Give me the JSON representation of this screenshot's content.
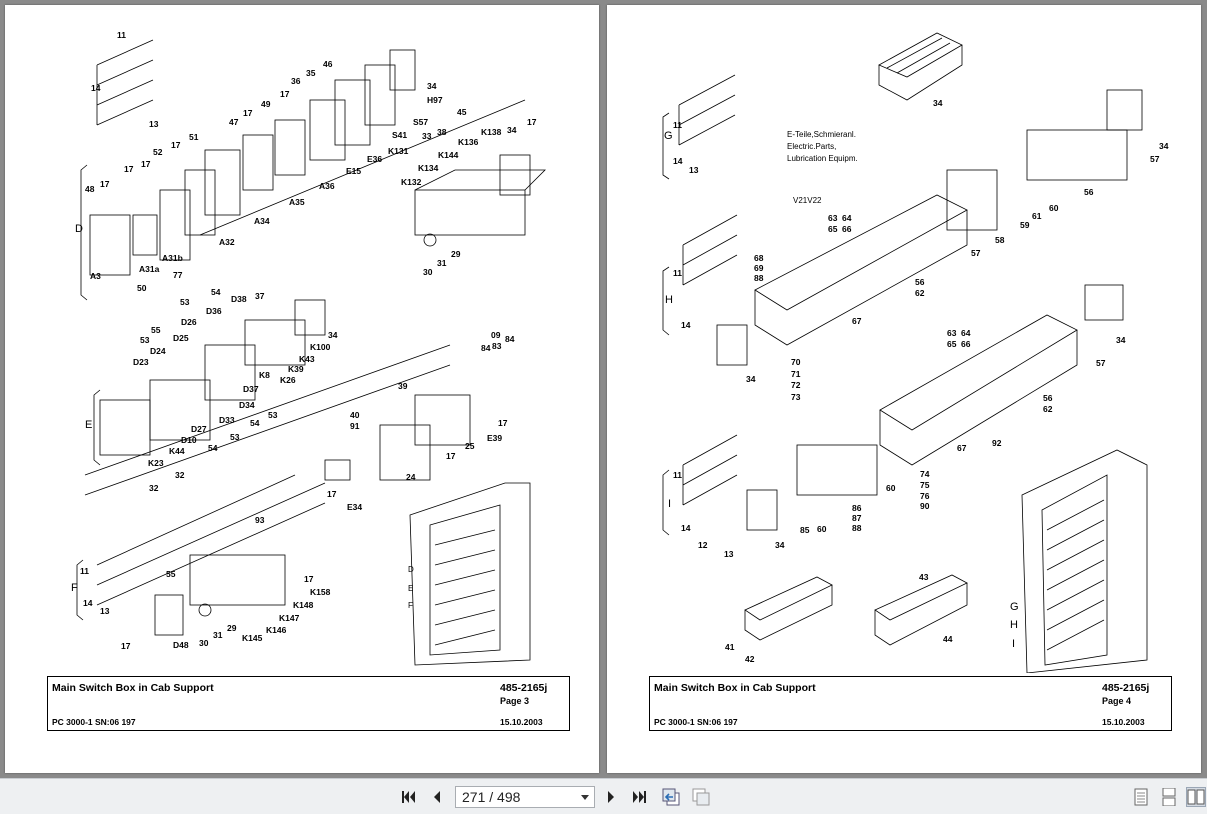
{
  "viewer": {
    "page_current": "271",
    "page_separator": "/",
    "page_total": "498",
    "page_display": "271 / 498"
  },
  "pages": [
    {
      "title": "Main Switch Box in Cab Support",
      "doc_number": "485-2165j",
      "page_label": "Page 3",
      "model": "PC 3000-1 SN:06 197",
      "date": "15.10.2003",
      "callouts": [
        "11",
        "14",
        "13",
        "48",
        "17",
        "17",
        "17",
        "52",
        "17",
        "51",
        "47",
        "17",
        "49",
        "17",
        "36",
        "35",
        "46",
        "34",
        "H97",
        "45",
        "38",
        "33",
        "S57",
        "S41",
        "K131",
        "E36",
        "E15",
        "A36",
        "A35",
        "A34",
        "A32",
        "A31b",
        "77",
        "A31a",
        "A3",
        "50",
        "K138",
        "34",
        "17",
        "K136",
        "K144",
        "K134",
        "K132",
        "30",
        "31",
        "29",
        "54",
        "D38",
        "37",
        "53",
        "D36",
        "D26",
        "55",
        "53",
        "D25",
        "D24",
        "D23",
        "K100",
        "34",
        "K43",
        "K8",
        "K39",
        "K26",
        "D37",
        "D34",
        "53",
        "D33",
        "54",
        "53",
        "D27",
        "D10",
        "K44",
        "K23",
        "32",
        "32",
        "54",
        "09",
        "84",
        "83",
        "84",
        "39",
        "40",
        "91",
        "17",
        "25",
        "E39",
        "17",
        "24",
        "17",
        "E34",
        "93",
        "17",
        "55",
        "K158",
        "K148",
        "K147",
        "K146",
        "K145",
        "29",
        "31",
        "30",
        "17",
        "D48",
        "11",
        "14",
        "13"
      ],
      "zones": [
        "D",
        "E",
        "F"
      ],
      "cabinet_labels": [
        "D",
        "E",
        "F"
      ]
    },
    {
      "title": "Main Switch Box in Cab Support",
      "doc_number": "485-2165j",
      "page_label": "Page 4",
      "model": "PC 3000-1 SN:06 197",
      "date": "15.10.2003",
      "note_lines": [
        "E-Teile,Schmieranl.",
        "Electric.Parts,",
        "Lubrication Equipm."
      ],
      "note_ref": "V21V22",
      "callouts": [
        "34",
        "11",
        "14",
        "13",
        "63",
        "64",
        "65",
        "66",
        "68",
        "69",
        "88",
        "57",
        "34",
        "56",
        "60",
        "61",
        "59",
        "58",
        "57",
        "11",
        "14",
        "67",
        "56",
        "62",
        "34",
        "70",
        "71",
        "72",
        "73",
        "63",
        "64",
        "65",
        "66",
        "34",
        "57",
        "56",
        "62",
        "92",
        "67",
        "11",
        "14",
        "12",
        "13",
        "34",
        "85",
        "60",
        "86",
        "87",
        "88",
        "60",
        "74",
        "75",
        "76",
        "90",
        "43",
        "44",
        "41",
        "42"
      ],
      "zones": [
        "G",
        "H",
        "I"
      ],
      "cabinet_labels": [
        "G",
        "H",
        "I"
      ]
    }
  ],
  "icons": {
    "first": "first-page-icon",
    "prev": "previous-page-icon",
    "next": "next-page-icon",
    "last": "last-page-icon",
    "back": "go-back-icon",
    "forward": "go-forward-icon",
    "single": "single-page-view-icon",
    "continuous": "continuous-view-icon",
    "facing": "facing-pages-view-icon"
  }
}
